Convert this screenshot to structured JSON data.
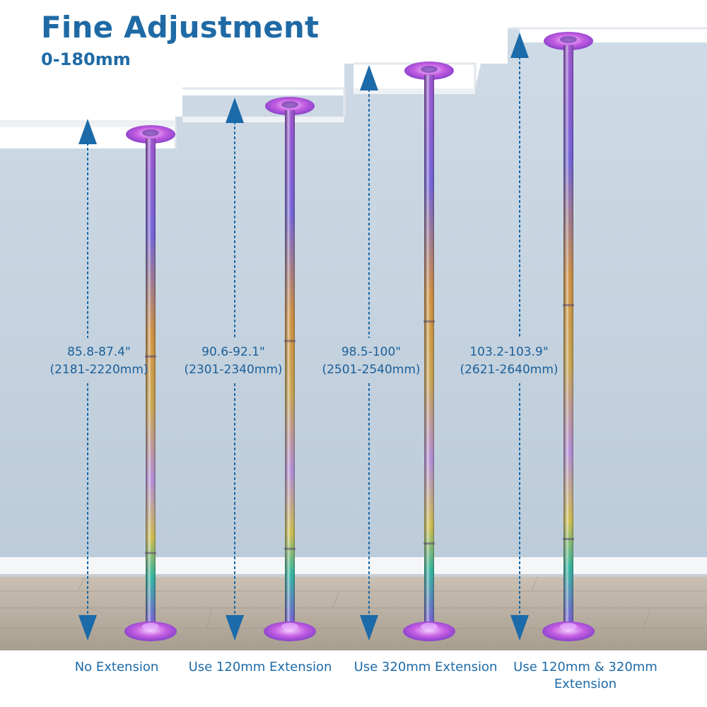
{
  "header": {
    "title": "Fine Adjustment",
    "subtitle": "0-180mm"
  },
  "colors": {
    "accent": "#1f6aa5",
    "arrow": "#1b6aa9",
    "wall": "#c8d6e2",
    "floor": "#b7ad9f"
  },
  "poles": [
    {
      "height_label": "85.8-87.4\"",
      "height_mm_label": "(2181-2220mm)",
      "caption": "No Extension"
    },
    {
      "height_label": "90.6-92.1\"",
      "height_mm_label": "(2301-2340mm)",
      "caption": "Use 120mm Extension"
    },
    {
      "height_label": "98.5-100\"",
      "height_mm_label": "(2501-2540mm)",
      "caption": "Use 320mm Extension"
    },
    {
      "height_label": "103.2-103.9\"",
      "height_mm_label": "(2621-2640mm)",
      "caption": "Use 120mm & 320mm Extension"
    }
  ]
}
